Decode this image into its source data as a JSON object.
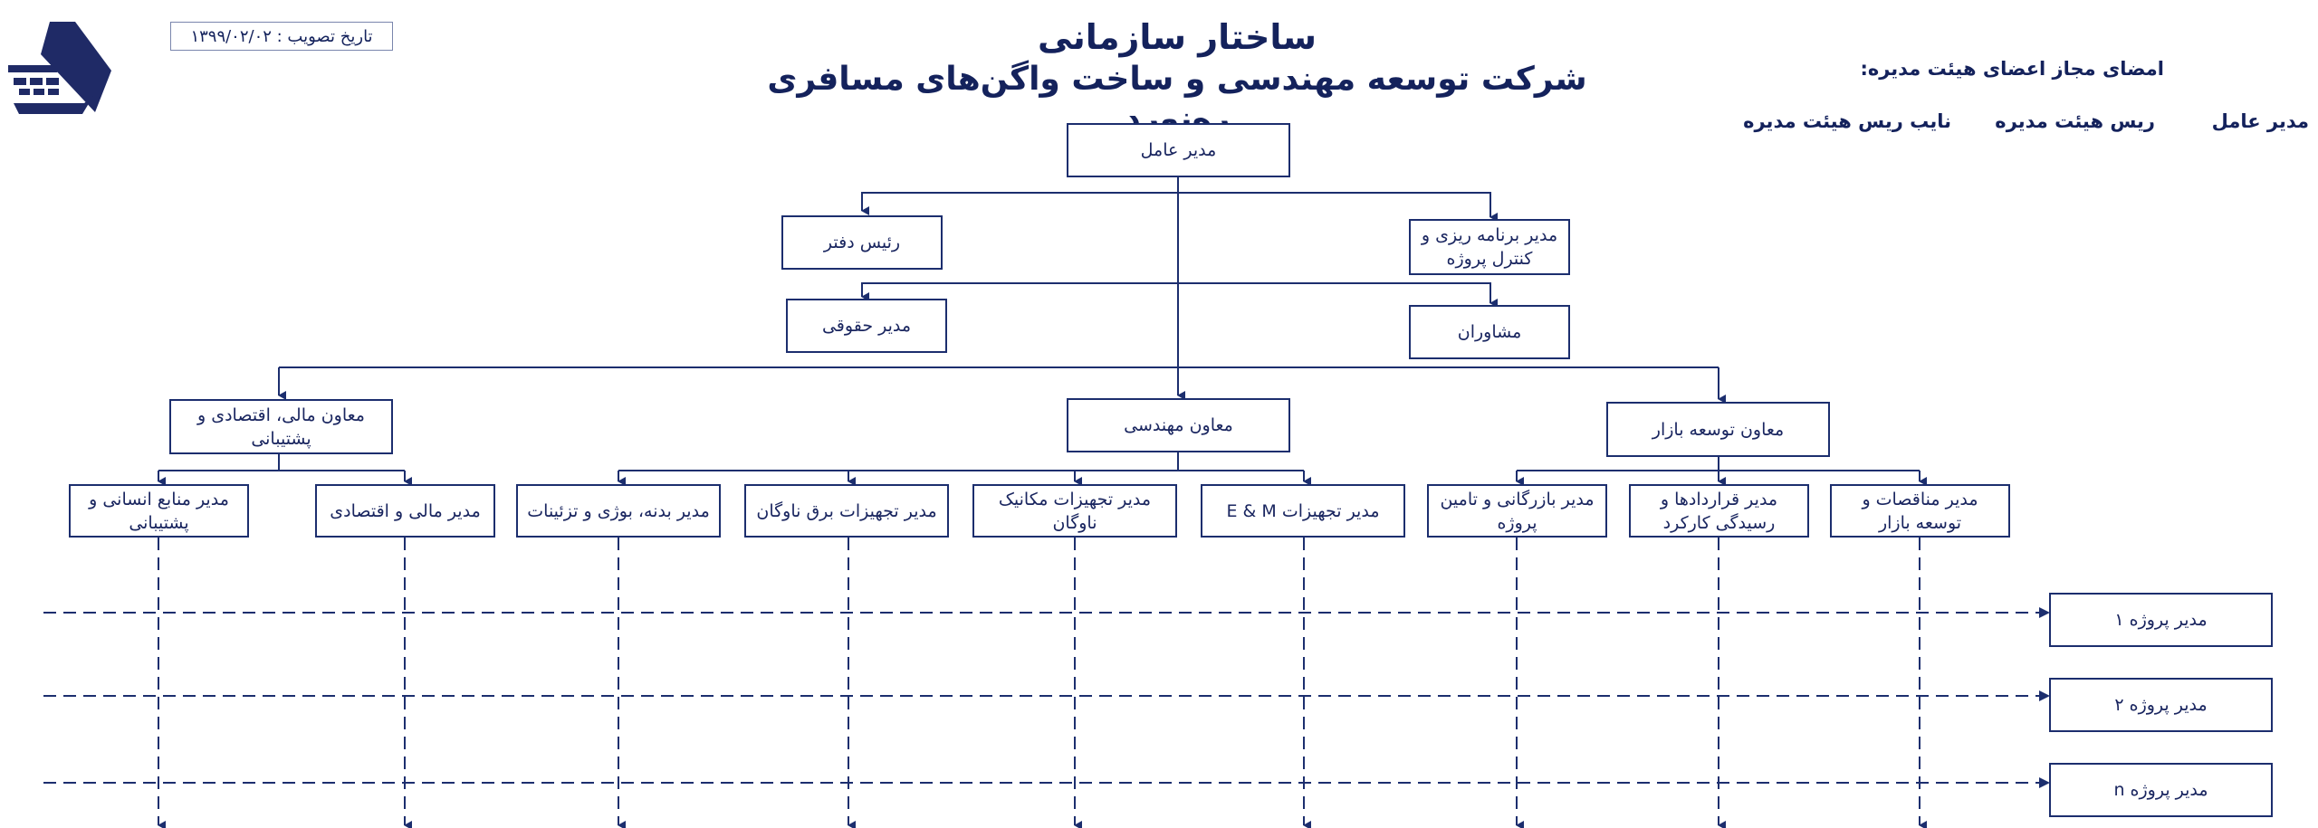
{
  "header": {
    "title": "ساختار سازمانی",
    "company": "شرکت توسعه مهندسی و ساخت واگن‌های مسافری رەنورد",
    "approval_date": "تاریخ تصویب : ۱۳۹۹/۰۲/۰۲"
  },
  "signatures": {
    "title": "امضای مجاز اعضای هیئت مدیره:",
    "ceo": "مدیر عامل",
    "chairman": "ریس هیئت مدیره",
    "vice_chairman": "نایب ریس هیئت مدیره"
  },
  "org": {
    "ceo": "مدیر عامل",
    "office_head": "رئیس دفتر",
    "planning_manager": "مدیر برنامه ریزی و کنترل پروژه",
    "legal_manager": "مدیر حقوقی",
    "advisors": "مشاوران",
    "deputy_finance": "معاون مالی، اقتصادی و پشتیبانی",
    "deputy_engineering": "معاون مهندسی",
    "deputy_market": "معاون توسعه بازار",
    "managers": [
      "مدیر منابع انسانی و پشتیبانی",
      "مدیر مالی و اقتصادی",
      "مدیر بدنه، بوژی و تزئینات",
      "مدیر تجهیزات برق ناوگان",
      "مدیر تجهیزات مکانیک ناوگان",
      "مدیر تجهیزات E & M",
      "مدیر بازرگانی و تامین پروژه",
      "مدیر قراردادها و رسیدگی کارکرد",
      "مدیر مناقصات و توسعه بازار"
    ],
    "projects": [
      "مدیر پروژه ۱",
      "مدیر پروژه ۲",
      "مدیر پروژه n"
    ]
  },
  "colors": {
    "primary": "#1c2e6e",
    "text": "#14225c",
    "logo": "#1f2a66"
  },
  "icons": {
    "logo": "company-logo-icon"
  }
}
